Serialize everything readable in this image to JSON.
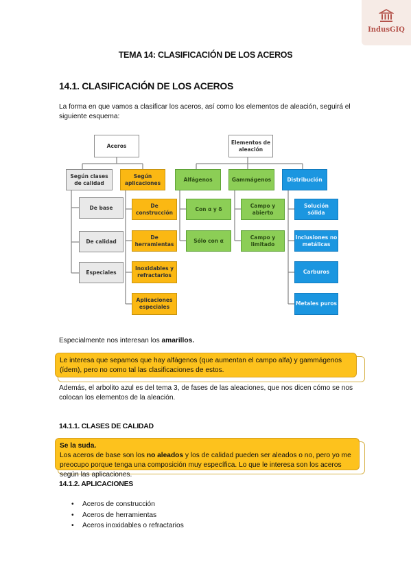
{
  "brand": {
    "name": "IndusGIQ",
    "icon": "bank-icon",
    "color": "#b4524a"
  },
  "title": "TEMA 14: CLASIFICACIÓN DE LOS ACEROS",
  "section": {
    "heading": "14.1. CLASIFICACIÓN DE LOS ACEROS",
    "intro": "La forma en que vamos a clasificar los aceros, así como los elementos de aleación,  seguirá el siguiente esquema:"
  },
  "diagram": {
    "aceros": "Aceros",
    "elementos": "Elementos de aleación",
    "segun_clases": "Según clases de calidad",
    "segun_aplicaciones": "Según aplicaciones",
    "alfagenos": "Alfágenos",
    "gammagenos": "Gammágenos",
    "distribucion": "Distribución",
    "clases": [
      "De base",
      "De calidad",
      "Especiales"
    ],
    "aplicaciones": [
      "De construcción",
      "De herramientas",
      "Inoxidables y refractarios",
      "Aplicaciones especiales"
    ],
    "alfa": [
      "Con α y δ",
      "Sólo con α"
    ],
    "gamma": [
      "Campo y abierto",
      "Campo y limitado"
    ],
    "dist": [
      "Solución sólida",
      "Inclusiones no metálicas",
      "Carburos",
      "Metales puros"
    ],
    "colors": {
      "yellow": "#fbb813",
      "green": "#8cce56",
      "blue": "#1b96e0",
      "gray": "#e9e9e9"
    }
  },
  "p_especial": {
    "text": "Especialmente nos interesan los ",
    "bold": "amarillos."
  },
  "highlight1": "Le interesa que sepamos que hay alfágenos (que aumentan el campo alfa) y gammágenos (ídem), pero no como tal las clasificaciones de estos.",
  "p_arbolito": "Además, el arbolito azul es del tema 3, de fases de las aleaciones, que nos dicen cómo se nos colocan los elementos de la aleación.",
  "sub1": {
    "heading": "14.1.1. CLASES DE CALIDAD",
    "highlight": {
      "title": "Se la suda.",
      "pre": "Los aceros de base son los ",
      "bold": "no aleados",
      "post": " y los de calidad pueden ser aleados o no, pero yo me preocupo porque tenga una composición muy específica. Lo que le interesa son los aceros según las aplicaciones."
    }
  },
  "sub2": {
    "heading": "14.1.2. APLICACIONES",
    "bullet": "•",
    "items": [
      "Aceros de construcción",
      "Aceros de herramientas",
      "Aceros inoxidables o refractarios"
    ]
  }
}
